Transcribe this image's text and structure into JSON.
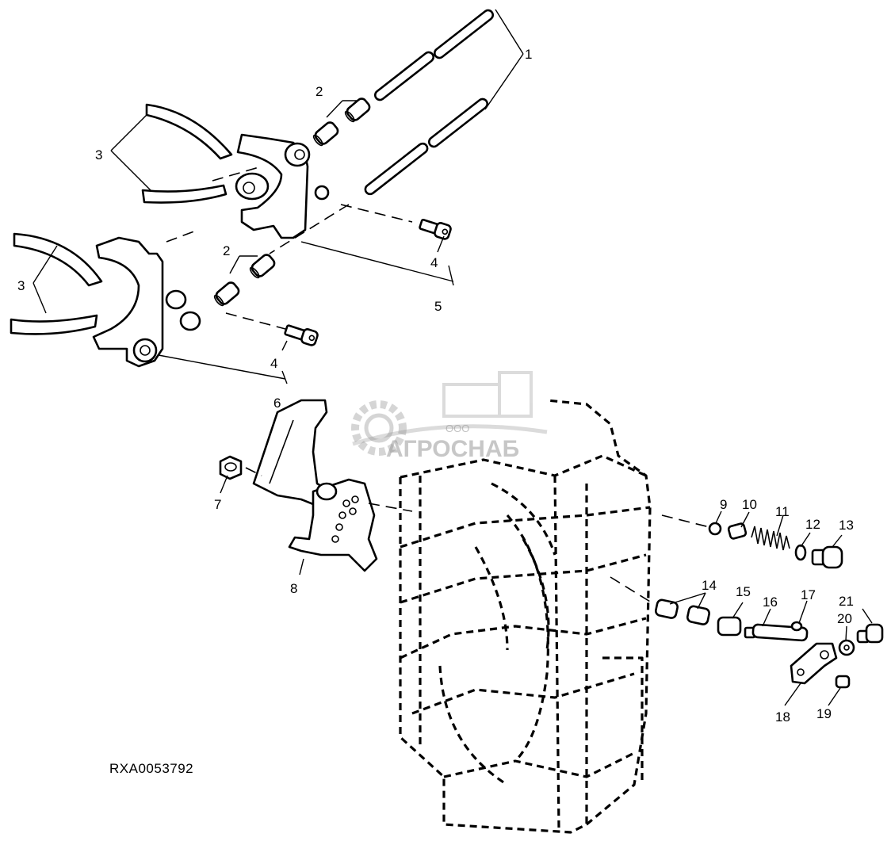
{
  "diagram": {
    "reference_code": "RXA0053792",
    "watermark": {
      "prefix": "ООО",
      "brand": "АГРОСНАБ"
    },
    "callouts": [
      {
        "id": "c1",
        "label": "1"
      },
      {
        "id": "c2a",
        "label": "2"
      },
      {
        "id": "c2b",
        "label": "2"
      },
      {
        "id": "c3a",
        "label": "3"
      },
      {
        "id": "c3b",
        "label": "3"
      },
      {
        "id": "c4a",
        "label": "4"
      },
      {
        "id": "c4b",
        "label": "4"
      },
      {
        "id": "c5",
        "label": "5"
      },
      {
        "id": "c6",
        "label": "6"
      },
      {
        "id": "c7",
        "label": "7"
      },
      {
        "id": "c8",
        "label": "8"
      },
      {
        "id": "c9",
        "label": "9"
      },
      {
        "id": "c10",
        "label": "10"
      },
      {
        "id": "c11",
        "label": "11"
      },
      {
        "id": "c12",
        "label": "12"
      },
      {
        "id": "c13",
        "label": "13"
      },
      {
        "id": "c14",
        "label": "14"
      },
      {
        "id": "c15",
        "label": "15"
      },
      {
        "id": "c16",
        "label": "16"
      },
      {
        "id": "c17",
        "label": "17"
      },
      {
        "id": "c18",
        "label": "18"
      },
      {
        "id": "c19",
        "label": "19"
      },
      {
        "id": "c20",
        "label": "20"
      },
      {
        "id": "c21",
        "label": "21"
      }
    ]
  }
}
